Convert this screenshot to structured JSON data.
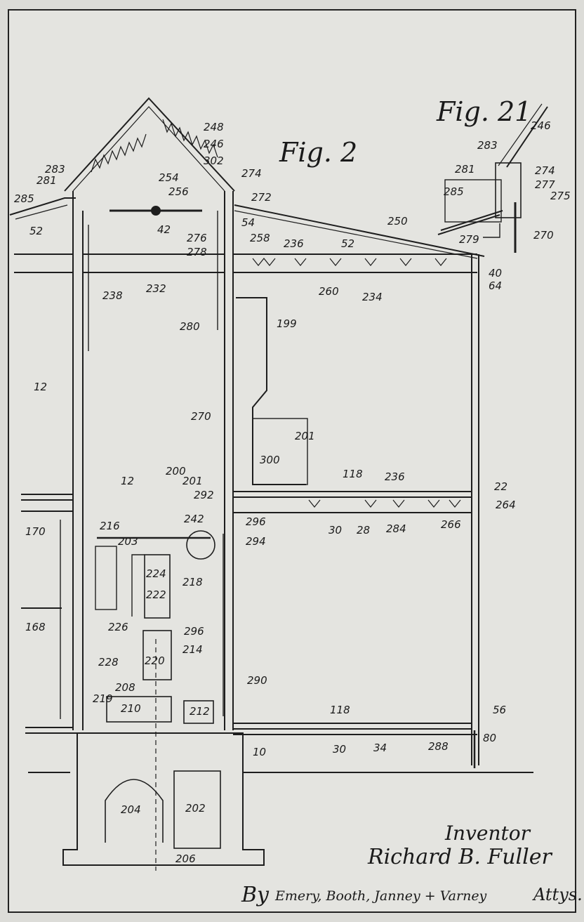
{
  "figures": {
    "fig2": "Fig. 2",
    "fig21": "Fig. 21"
  },
  "signature": {
    "role": "Inventor",
    "name": "Richard B. Fuller",
    "by": "By",
    "attorneys": "Emery, Booth, Janney + Varney",
    "suffix": "Attys."
  },
  "labels": [
    "248",
    "246",
    "302",
    "274",
    "272",
    "281",
    "254",
    "256",
    "283",
    "285",
    "52",
    "42",
    "276",
    "278",
    "54",
    "258",
    "236",
    "250",
    "52",
    "40",
    "64",
    "238",
    "232",
    "260",
    "234",
    "280",
    "199",
    "12",
    "270",
    "201",
    "300",
    "118",
    "236",
    "22",
    "264",
    "200",
    "201",
    "242",
    "12",
    "292",
    "296",
    "294",
    "30",
    "28",
    "284",
    "266",
    "170",
    "216",
    "203",
    "224",
    "218",
    "222",
    "226",
    "296",
    "214",
    "168",
    "220",
    "228",
    "208",
    "290",
    "219",
    "210",
    "212",
    "118",
    "56",
    "30",
    "34",
    "288",
    "80",
    "10",
    "204",
    "202",
    "206",
    "246",
    "283",
    "281",
    "274",
    "277",
    "275",
    "285",
    "279",
    "270"
  ]
}
